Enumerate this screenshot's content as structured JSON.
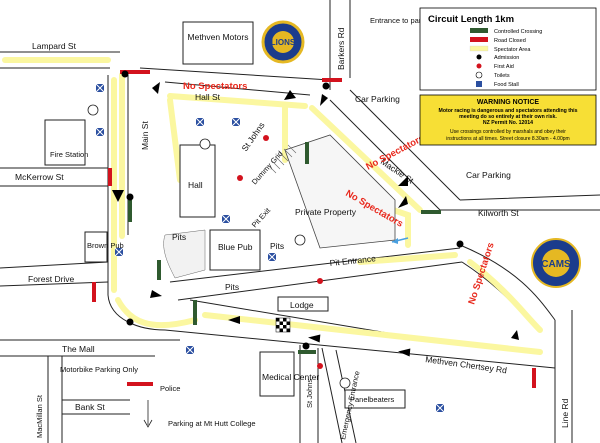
{
  "legend": {
    "title": "Circuit Length 1km",
    "items": [
      {
        "label": "Controlled Crossing",
        "color": "#2f5a2f"
      },
      {
        "label": "Road Closed",
        "color": "#d3121d"
      },
      {
        "label": "Spectator Area",
        "color": "#fbf7a0"
      },
      {
        "label": "Admission",
        "color": "#000000"
      },
      {
        "label": "First Aid",
        "color": "#d3121d"
      },
      {
        "label": "Toilets",
        "color": "#ffffff"
      },
      {
        "label": "Food Stall",
        "color": "#2b4fa0"
      }
    ]
  },
  "warning": {
    "title": "WARNING NOTICE",
    "line1": "Motor racing is dangerous and spectators attending this",
    "line2": "meeting do so entirely at their own risk.",
    "line3": "NZ Permit No. 12014",
    "line4": "Use crossings controlled by marshals and obey their",
    "line5": "instructions at all times. Street closure 8.30am - 4.00pm"
  },
  "streets": {
    "lampard": "Lampard St",
    "hall": "Hall St",
    "mckerrow": "McKerrow St",
    "main": "Main St",
    "forest": "Forest Drive",
    "mall": "The Mall",
    "macmillan": "MacMillan St",
    "bank": "Bank St",
    "barkers": "Barkers Rd",
    "mackie": "Mackie St",
    "kilworth": "Kilworth St",
    "chertsey": "Methven Chertsey Rd",
    "line": "Line Rd",
    "stjohns_top": "St Johns",
    "stjohns_bottom": "St Johns",
    "dummy": "Dummy Grid",
    "emergency": "Emergency Entrance",
    "pit_entrance": "Pit Entrance",
    "pits_road": "Pits",
    "pit_exit": "Pit Exit"
  },
  "places": {
    "motors": "Methven Motors",
    "entrance": "Entrance to parking",
    "car_parking_1": "Car Parking",
    "car_parking_2": "Car Parking",
    "fire": "Fire Station",
    "hall": "Hall",
    "pits1": "Pits",
    "bluepub": "Blue Pub",
    "pits2": "Pits",
    "private": "Private Property",
    "brownpub": "Brown Pub",
    "lodge": "Lodge",
    "medical": "Medical Center",
    "motorbike": "Motorbike Parking Only",
    "panelbeaters": "Panelbeaters",
    "police": "Police",
    "parking_hutt": "Parking at Mt Hutt College"
  },
  "no_spectators": "No Spectators",
  "logos": {
    "lions": "LIONS",
    "cams": "CAMS"
  }
}
